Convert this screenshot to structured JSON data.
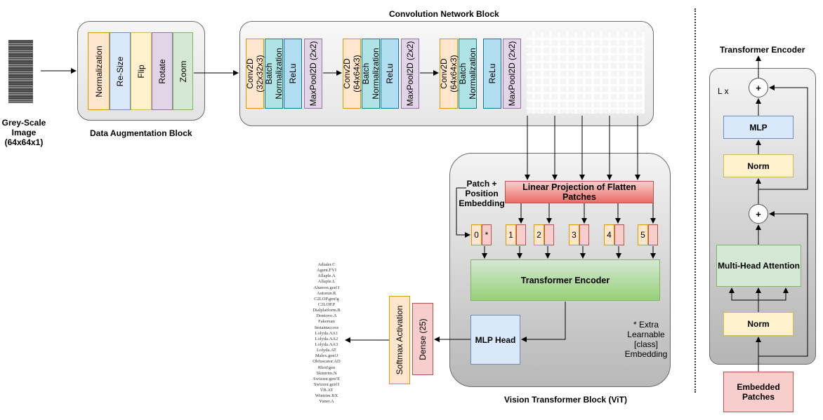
{
  "input": {
    "label_lines": [
      "Grey-Scale",
      "Image",
      "(64x64x1)"
    ]
  },
  "augmentation": {
    "title": "Data Augmentation Block",
    "steps": [
      "Normalization",
      "Re-Size",
      "Flip",
      "Rotate",
      "Zoom"
    ]
  },
  "cnn": {
    "title": "Convolution Network Block",
    "group1": {
      "conv": [
        "Conv2D",
        "(32x32x3)"
      ],
      "bn": [
        "Batch",
        "Normalization"
      ],
      "relu": "ReLu",
      "pool": "MaxPool2D (2x2)"
    },
    "group2": {
      "conv": [
        "Conv2D",
        "(64x64x3)"
      ],
      "bn": [
        "Batch",
        "Normalization"
      ],
      "relu": "ReLu",
      "pool": "MaxPool2D (2x2)"
    },
    "group3": {
      "conv": [
        "Conv2D",
        "(64x64x3)"
      ],
      "bn": [
        "Batch",
        "Normalization"
      ],
      "relu": "ReLu",
      "pool": "MaxPool2D (2x2)"
    }
  },
  "vit": {
    "title": "Vision Transformer Block (ViT)",
    "embedding_label_lines": [
      "Patch +",
      "Position",
      "Embedding"
    ],
    "projection": "Linear Projection of Flatten Patches",
    "tokens": [
      "0",
      "1",
      "2",
      "3",
      "4",
      "5"
    ],
    "class_token_mark": "*",
    "encoder": "Transformer Encoder",
    "mlp_head": "MLP Head",
    "note_lines": [
      "* Extra",
      "Learnable",
      "[class]",
      "Embedding"
    ]
  },
  "output": {
    "dense": "Dense (25)",
    "softmax": "Softmax Activation",
    "classes": [
      "Adialer.C",
      "Agent.FYI",
      "Allaple.A",
      "Allaple.L",
      "Alueron.gen!J",
      "Autorun.K",
      "C2LOP.gen!g",
      "C2LOP.P",
      "Dialplatform.B",
      "Dontovo.A",
      "Fakerean",
      "Instantaccess",
      "Lolyda.AA1",
      "Lolyda.AA2",
      "Lolyda.AA3",
      "Lolyda.AT",
      "Malex.gen!J",
      "Obfuscator.AD",
      "Rbot!gen",
      "Skintrim.N",
      "Swizzor.gen!E",
      "Swizzor.gen!I",
      "VB.AT",
      "Wintrim.BX",
      "Yuner.A"
    ]
  },
  "encoder_detail": {
    "title": "Transformer Encoder",
    "repeat": "L x",
    "plus": "+",
    "mlp": "MLP",
    "norm_top": "Norm",
    "attention": "Multi-Head Attention",
    "norm_bottom": "Norm",
    "embedded_lines": [
      "Embedded",
      "Patches"
    ]
  },
  "colors": {
    "orange": "#ffe6cc",
    "blue": "#dae8fc",
    "yellow": "#fff2cc",
    "purple": "#e1d5e7",
    "green": "#d5e8d4",
    "cyan": "#b1ddf0",
    "teal": "#b0e3e6",
    "pink": "#f8cecc",
    "red": "#f19c99"
  }
}
